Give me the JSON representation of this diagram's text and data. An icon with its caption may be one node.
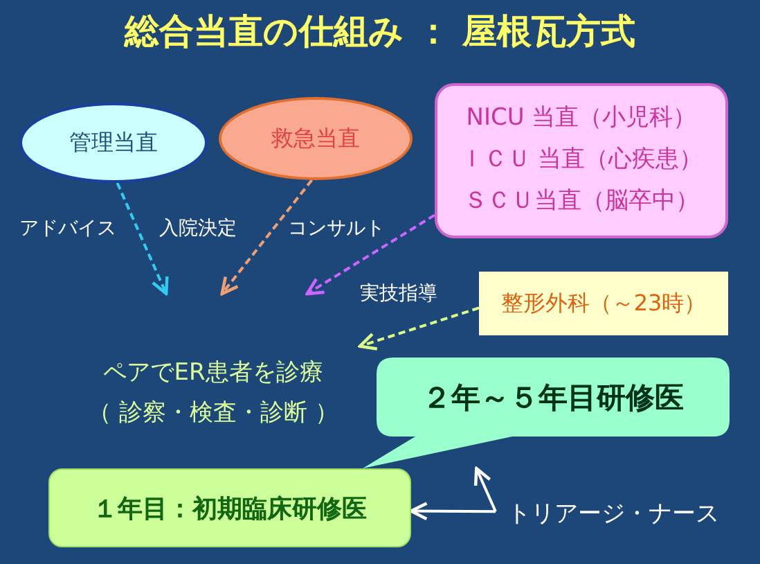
{
  "diagram": {
    "title": "総合当直の仕組み ： 屋根瓦方式",
    "nodes": [
      {
        "text": [
          "管理当直"
        ]
      },
      {
        "text": [
          "救急当直"
        ]
      },
      {
        "text": [
          "NICU 当直（小児科）",
          "ＩＣＵ 当直（心疾患）",
          "ＳＣＵ当直（脳卒中）"
        ]
      },
      {
        "text": [
          "整形外科（～23時）"
        ]
      },
      {
        "text": [
          "ペアでER患者を診療",
          "（ 診察・検査・診断 ）"
        ]
      },
      {
        "text": [
          "２年～５年目研修医"
        ]
      },
      {
        "text": [
          "１年目：初期臨床研修医"
        ]
      },
      {
        "text": [
          "トリアージ・ナース"
        ]
      }
    ],
    "edges": [
      {
        "from": 0,
        "to": 4,
        "arrow": "to",
        "style": "dashed",
        "color": "#33ccee"
      },
      {
        "from": 1,
        "to": 4,
        "arrow": "to",
        "style": "dashed",
        "color": "#f0a070"
      },
      {
        "from": 2,
        "to": 4,
        "arrow": "to",
        "style": "dashed",
        "color": "#cc66ff"
      },
      {
        "from": 3,
        "to": 4,
        "arrow": "to",
        "style": "dashed",
        "color": "#ddff88"
      },
      {
        "from": 7,
        "to": 6,
        "arrow": "to",
        "color": "#ffffff"
      },
      {
        "from": 7,
        "to": 5,
        "arrow": "to",
        "color": "#ffffff"
      }
    ],
    "labels": [
      "アドバイス",
      "入院決定",
      "コンサルト",
      "実技指導"
    ]
  }
}
